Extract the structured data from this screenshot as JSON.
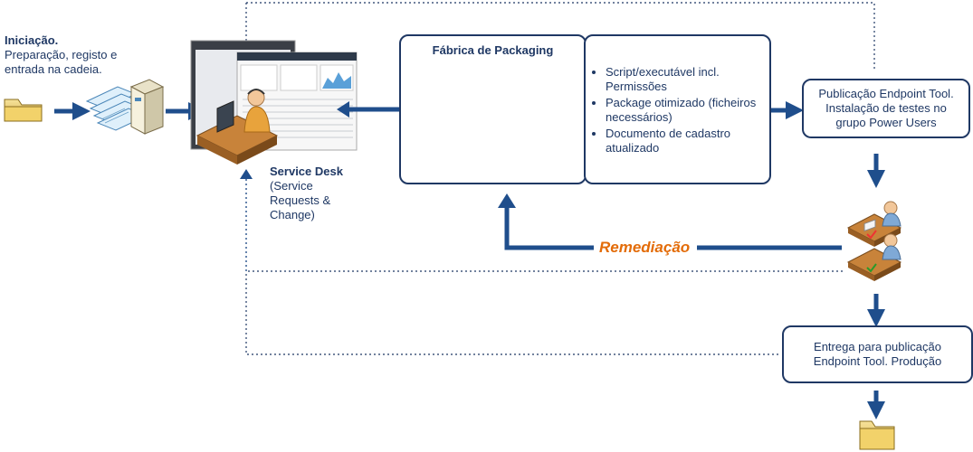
{
  "initiation": {
    "title": "Iniciação.",
    "subtitle": "Preparação, registo e entrada na cadeia."
  },
  "service_desk": {
    "title": "Service Desk",
    "subtitle": "(Service Requests & Change)"
  },
  "factory": {
    "title": "Fábrica de Packaging",
    "outputs": [
      "Script/executável incl. Permissões",
      "Package otimizado (ficheiros necessários)",
      "Documento de cadastro atualizado"
    ]
  },
  "publication_test": {
    "label": "Publicação Endpoint Tool. Instalação de testes no grupo Power Users"
  },
  "remediation": {
    "label": "Remediação"
  },
  "delivery": {
    "label": "Entrega para publicação Endpoint Tool. Produção"
  },
  "colors": {
    "arrow": "#1f4e8c",
    "dotted": "#1f3864",
    "remediation": "#e36c09",
    "gear_dark": "#1a1a1a",
    "gear_blue": "#3a8fd6",
    "funnel": "#f4a460",
    "folder": "#e8c766"
  }
}
